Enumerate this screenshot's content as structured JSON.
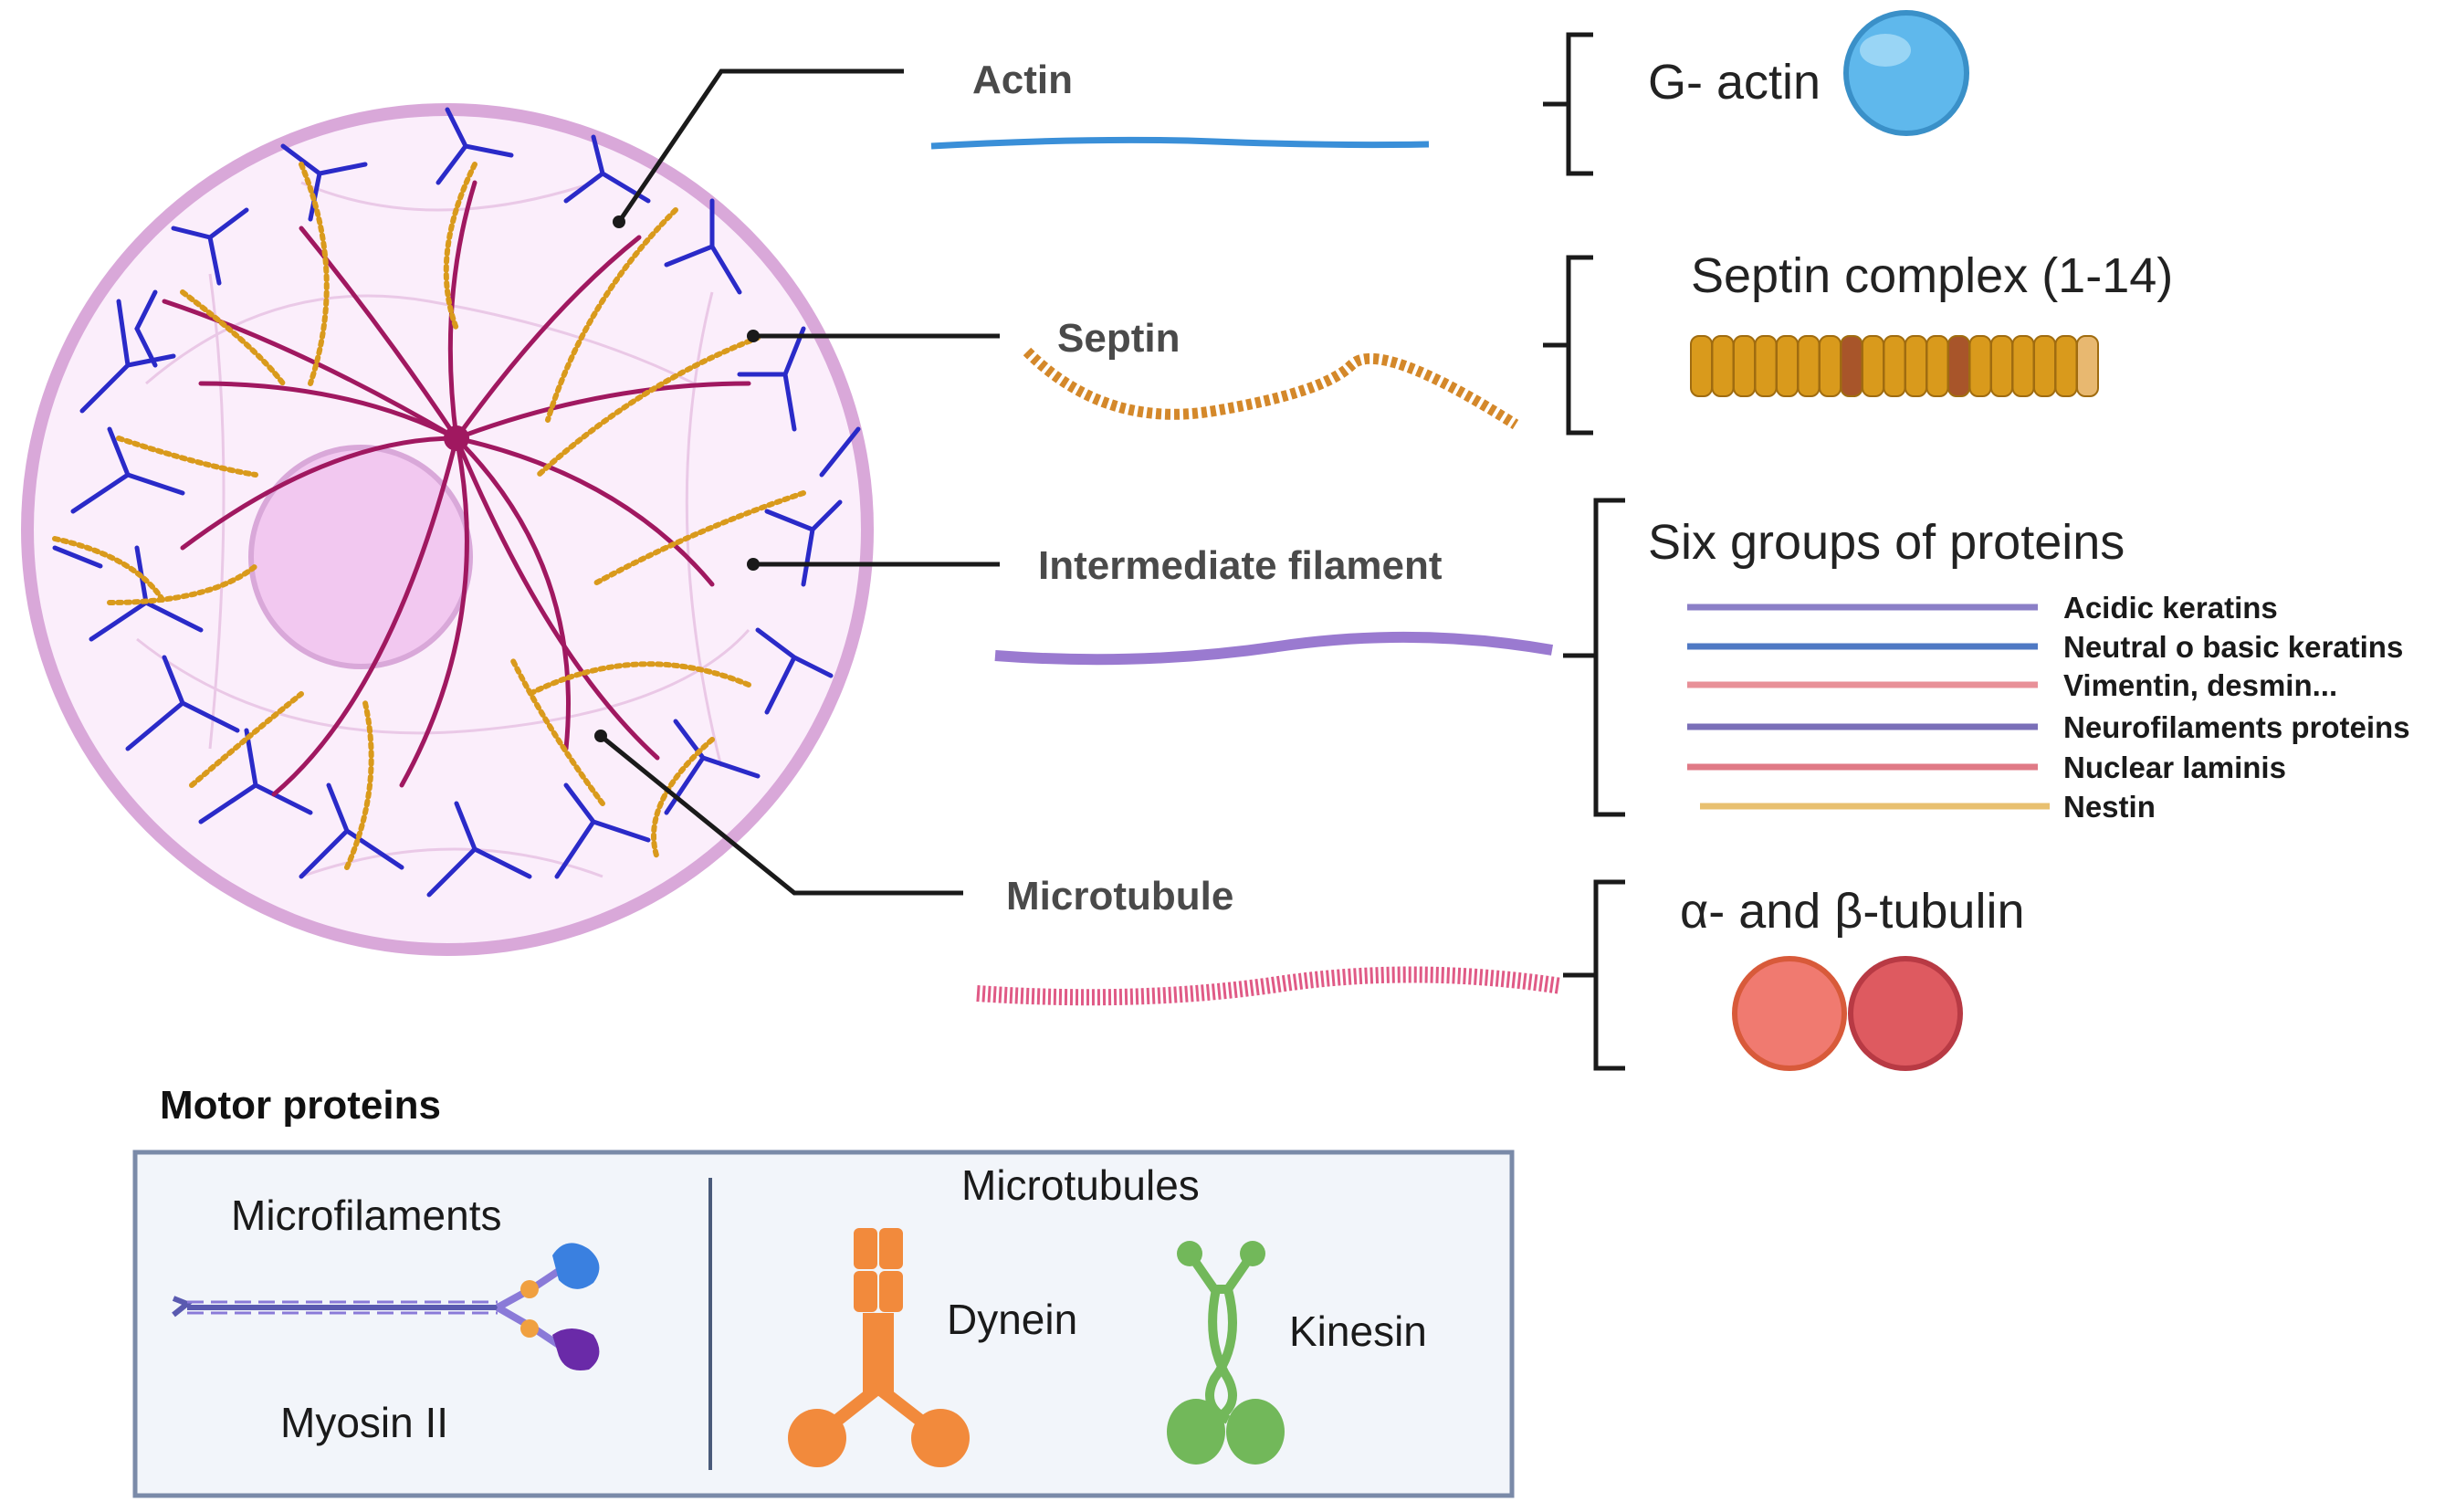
{
  "labels": {
    "actin": "Actin",
    "septin": "Septin",
    "intermediate_filament": "Intermediate filament",
    "microtubule": "Microtubule"
  },
  "subunits": {
    "g_actin": "G- actin",
    "septin_complex": "Septin complex (1-14)",
    "six_groups": "Six groups of proteins",
    "tubulin": "α- and β-tubulin"
  },
  "protein_groups": [
    {
      "name": "Acidic keratins",
      "color": "#8b7fc7"
    },
    {
      "name": "Neutral o basic keratins",
      "color": "#4f79c4"
    },
    {
      "name": "Vimentin, desmin...",
      "color": "#e89098"
    },
    {
      "name": "Neurofilaments proteins",
      "color": "#7a6fb8"
    },
    {
      "name": "Nuclear laminis",
      "color": "#e07a86"
    },
    {
      "name": "Nestin",
      "color": "#e8c070"
    }
  ],
  "motor": {
    "title": "Motor proteins",
    "microfilaments": "Microfilaments",
    "myosin": "Myosin II",
    "microtubules": "Microtubules",
    "dynein": "Dynein",
    "kinesin": "Kinesin"
  },
  "colors": {
    "actin": "#3a8fd8",
    "septin": "#d4882a",
    "intermediate": "#9a7ad0",
    "microtubule": "#e05a86",
    "cell_membrane": "#d9a8d9",
    "cytoplasm": "#fbeefb",
    "nucleus": "#f2c8f0",
    "actin_network": "#2a2ac8",
    "microtubule_network": "#a01860",
    "g_actin_ball": "#5fb8ec",
    "tubulin_alpha": "#f07a70",
    "tubulin_beta": "#de5a60",
    "septin_bead": "#d99a1c",
    "septin_dark_bead": "#a8552a",
    "dynein": "#f28a3c",
    "kinesin": "#72b85a",
    "motor_box_fill": "#f2f5fa",
    "motor_box_border": "#7a8aa8"
  }
}
